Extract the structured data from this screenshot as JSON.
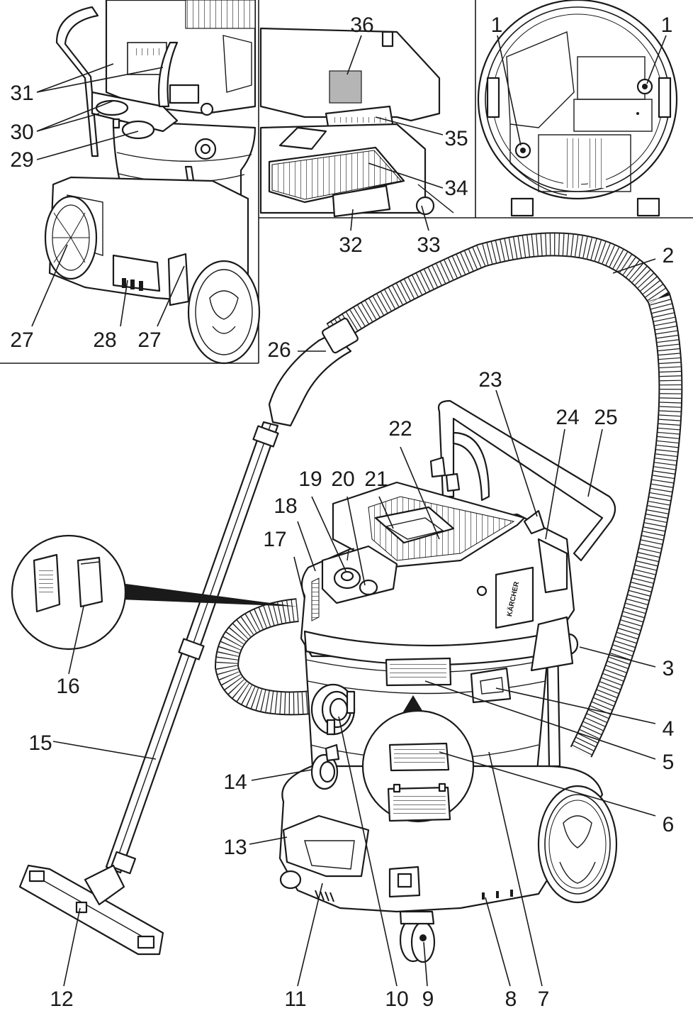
{
  "figure": {
    "labels": [
      "1",
      "1",
      "2",
      "3",
      "4",
      "5",
      "6",
      "7",
      "8",
      "9",
      "10",
      "11",
      "12",
      "13",
      "14",
      "15",
      "16",
      "17",
      "18",
      "19",
      "20",
      "21",
      "22",
      "23",
      "24",
      "25",
      "26",
      "27",
      "27",
      "28",
      "29",
      "30",
      "31",
      "32",
      "33",
      "34",
      "35",
      "36"
    ],
    "brand_text": "KÄRCHER"
  }
}
